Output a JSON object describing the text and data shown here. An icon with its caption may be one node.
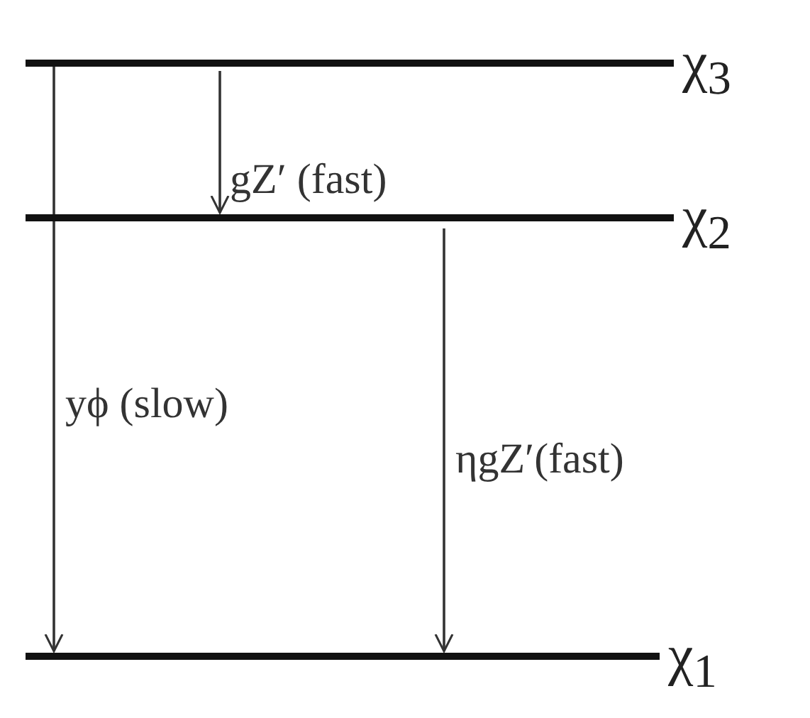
{
  "diagram": {
    "nodes": [
      {
        "text": [
          "χ$_{3}$"
        ]
      },
      {
        "text": [
          "χ$_{2}$"
        ]
      },
      {
        "text": [
          "χ$_{1}$"
        ]
      }
    ],
    "edges": [
      {
        "from": 0,
        "to": 2,
        "arrow": "to",
        "label": "yϕ (slow)"
      },
      {
        "from": 0,
        "to": 1,
        "arrow": "to",
        "label": "gZ′ (fast)"
      },
      {
        "from": 1,
        "to": 2,
        "arrow": "to",
        "label": "ηgZ′(fast)"
      }
    ]
  }
}
